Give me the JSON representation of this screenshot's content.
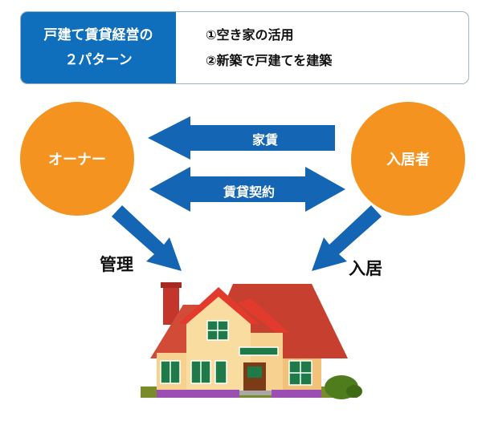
{
  "header": {
    "title_line1": "戸建て賃貸経営の",
    "title_line2": "２パターン",
    "pattern1": "①空き家の活用",
    "pattern2": "②新築で戸建てを建築"
  },
  "nodes": {
    "owner": "オーナー",
    "tenant": "入居者"
  },
  "arrows": {
    "rent": "家賃",
    "contract": "賃貸契約"
  },
  "labels": {
    "management": "管理",
    "move_in": "入居"
  },
  "colors": {
    "header_blue": "#0f6fbd",
    "arrow_blue": "#1466b5",
    "circle_orange": "#f4931f"
  }
}
